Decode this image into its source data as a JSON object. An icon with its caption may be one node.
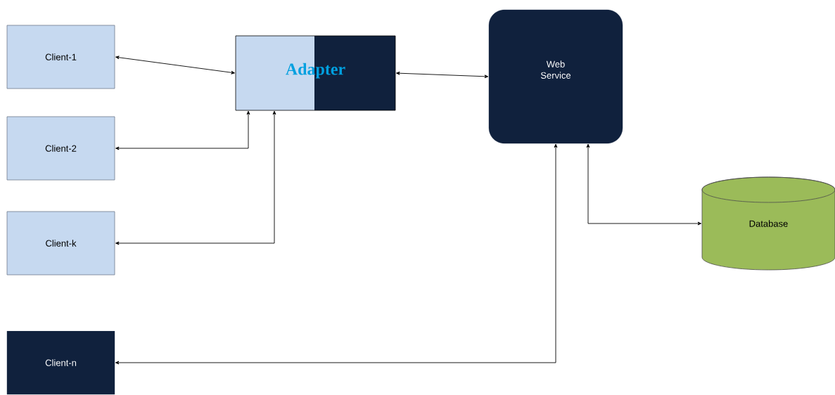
{
  "diagram": {
    "nodes": [
      {
        "text": [
          "Client-1"
        ]
      },
      {
        "text": [
          "Client-2"
        ]
      },
      {
        "text": [
          "Client-k"
        ]
      },
      {
        "text": [
          "Client-n"
        ]
      },
      {
        "text": [
          "Adapter"
        ]
      },
      {
        "text": [
          "Web Service"
        ]
      },
      {
        "text": [
          "Database"
        ]
      }
    ],
    "edges": [
      {
        "from": 0,
        "to": 4,
        "arrow": "both"
      },
      {
        "from": 1,
        "to": 4,
        "arrow": "both"
      },
      {
        "from": 2,
        "to": 4,
        "arrow": "both"
      },
      {
        "from": 4,
        "to": 5,
        "arrow": "both"
      },
      {
        "from": 3,
        "to": 5,
        "arrow": "both"
      },
      {
        "from": 5,
        "to": 6,
        "arrow": "both"
      }
    ]
  }
}
